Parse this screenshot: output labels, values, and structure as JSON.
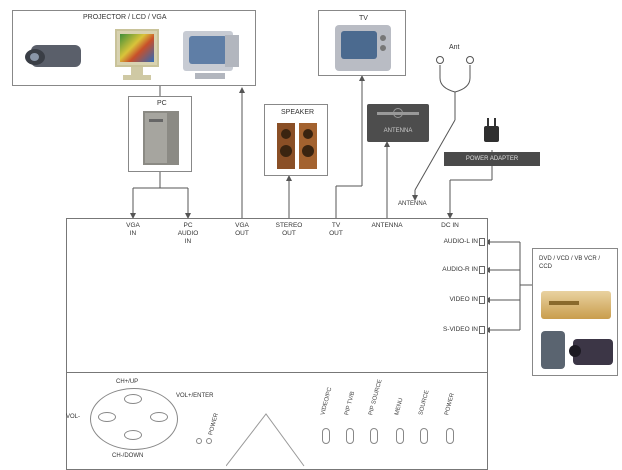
{
  "projector_group": {
    "title": "PROJECTOR / LCD / VGA"
  },
  "tv": {
    "title": "TV"
  },
  "pc": {
    "title": "PC"
  },
  "speaker": {
    "title": "SPEAKER"
  },
  "antenna_device": {
    "title": "ANTENNA"
  },
  "antenna_top": {
    "label": "Ant"
  },
  "power_adapter": {
    "label": "POWER ADAPTER"
  },
  "antenna_junction": {
    "label": "ANTENNA"
  },
  "top_ports": [
    {
      "line1": "VGA",
      "line2": "IN",
      "line3": ""
    },
    {
      "line1": "PC",
      "line2": "AUDIO",
      "line3": "IN"
    },
    {
      "line1": "VGA",
      "line2": "OUT",
      "line3": ""
    },
    {
      "line1": "STEREO",
      "line2": "OUT",
      "line3": ""
    },
    {
      "line1": "TV",
      "line2": "OUT",
      "line3": ""
    },
    {
      "line1": "ANTENNA",
      "line2": "",
      "line3": ""
    },
    {
      "line1": "DC IN",
      "line2": "",
      "line3": ""
    }
  ],
  "right_ports": [
    "AUDIO-L IN",
    "AUDIO-R IN",
    "VIDEO IN",
    "S-VIDEO IN"
  ],
  "av_sources": {
    "title": "DVD / VCD / VB VCR / CCD"
  },
  "control_panel": {
    "ch_up": "CH+/UP",
    "vol_minus": "VOL-",
    "vol_plus": "VOL+/ENTER",
    "ch_down": "CH-/DOWN",
    "power_label": "POWER",
    "buttons": [
      "VIDEO/PC",
      "PIP TV/B",
      "PIP SOURCE",
      "MENU",
      "SOURCE",
      "POWER"
    ]
  }
}
